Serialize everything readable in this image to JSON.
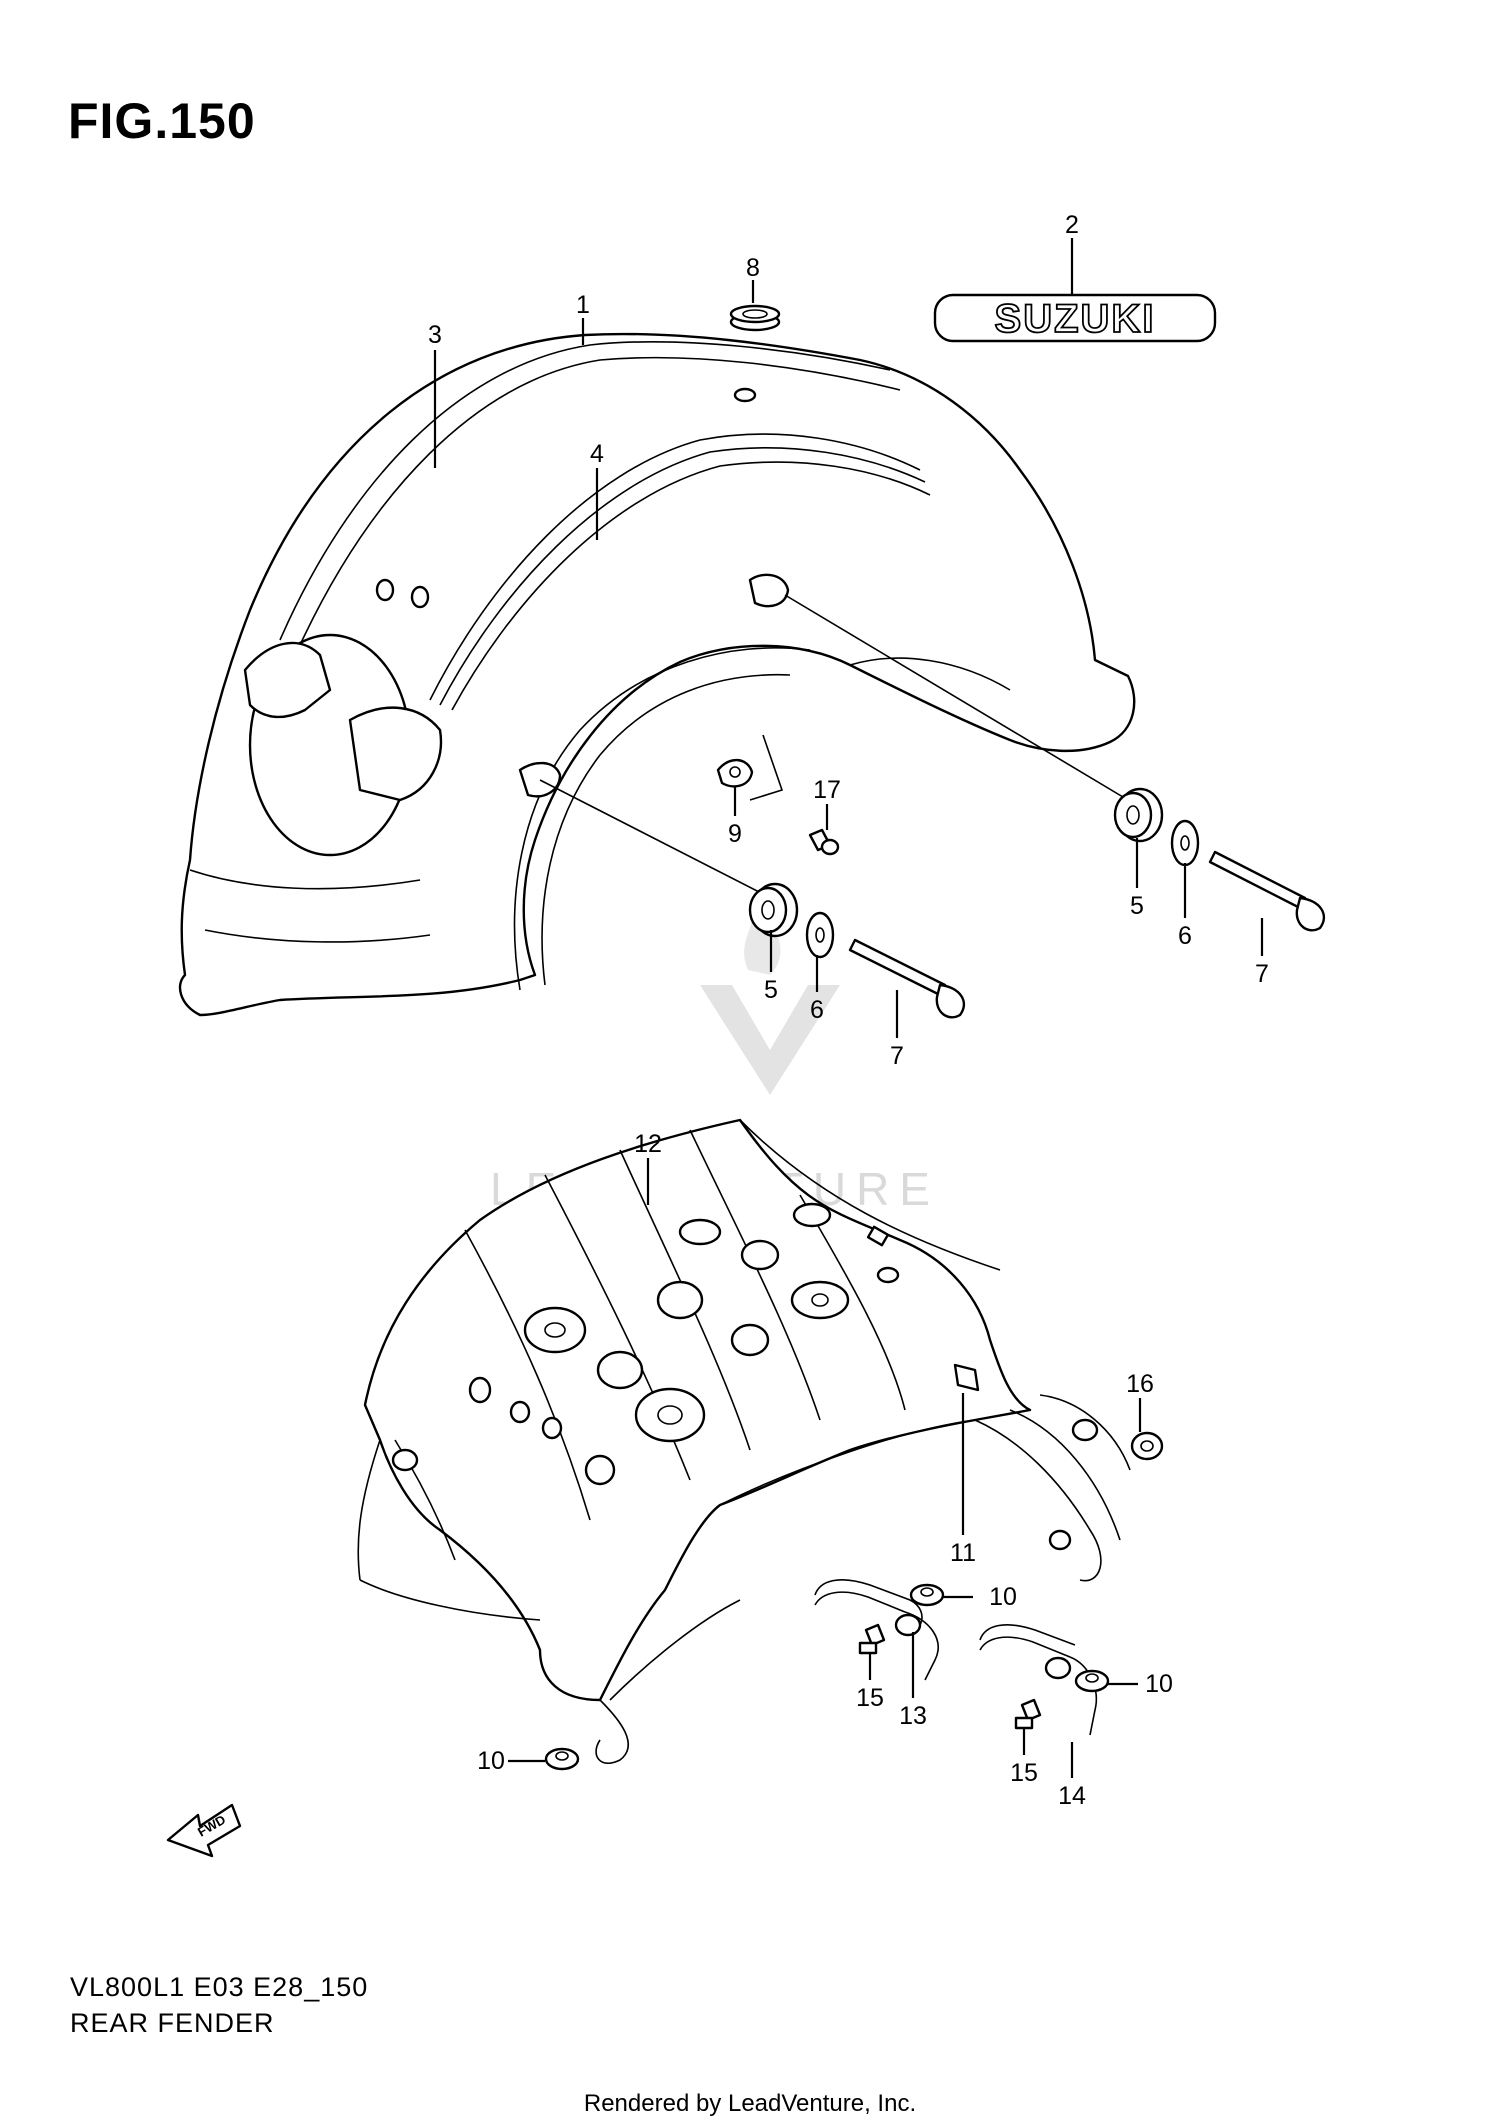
{
  "figure": {
    "title": "FIG.150"
  },
  "logo_text": "SUZUKI",
  "watermark_text": "LEADVENTURE",
  "fwd_label": "FWD",
  "callouts": {
    "c1": "1",
    "c2": "2",
    "c3": "3",
    "c4": "4",
    "c5a": "5",
    "c5b": "5",
    "c6a": "6",
    "c6b": "6",
    "c7a": "7",
    "c7b": "7",
    "c8": "8",
    "c9": "9",
    "c10a": "10",
    "c10b": "10",
    "c10c": "10",
    "c11": "11",
    "c12": "12",
    "c13": "13",
    "c14": "14",
    "c15a": "15",
    "c15b": "15",
    "c16": "16",
    "c17": "17"
  },
  "model_code": "VL800L1 E03 E28_150",
  "caption": "REAR FENDER",
  "footer": "Rendered by LeadVenture, Inc."
}
